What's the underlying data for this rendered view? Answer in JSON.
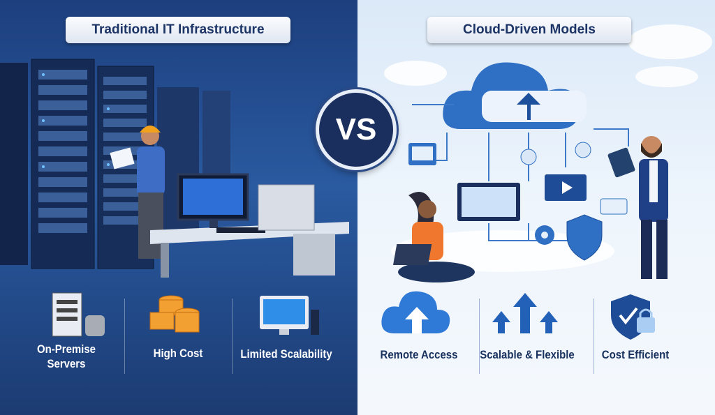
{
  "left": {
    "title": "Traditional IT Infrastructure",
    "features": [
      {
        "label": "On-Premise Servers",
        "line1": "On-Premise",
        "line2": "Servers",
        "icon": "server-tower-icon"
      },
      {
        "label": "High Cost",
        "icon": "coin-stack-icon"
      },
      {
        "label": "Limited Scalability",
        "icon": "desktop-monitor-icon"
      }
    ]
  },
  "center": {
    "vs": "VS"
  },
  "right": {
    "title": "Cloud-Driven Models",
    "features": [
      {
        "label": "Remote Access",
        "icon": "cloud-upload-icon"
      },
      {
        "label": "Scalable & Flexible",
        "icon": "arrows-up-icon"
      },
      {
        "label": "Cost Efficient",
        "icon": "shield-lock-icon"
      }
    ]
  },
  "colors": {
    "left_bg": "#234c8c",
    "right_bg": "#eef5fc",
    "accent": "#2f6fc4",
    "title_text": "#1c3466"
  }
}
